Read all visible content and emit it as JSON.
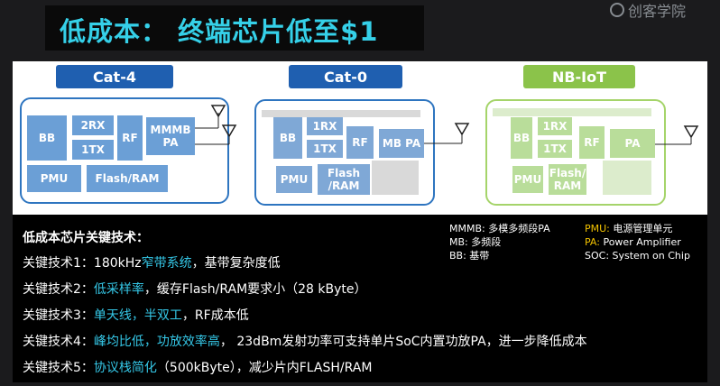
{
  "title": "低成本： 终端芯片低至$1",
  "watermark": "创客学院",
  "diagrams": {
    "cat4": {
      "label": "Cat-4",
      "bb": "BB",
      "rx": "2RX",
      "tx": "1TX",
      "rf": "RF",
      "pa": "MMMB PA",
      "pmu": "PMU",
      "mem": "Flash/RAM"
    },
    "cat0": {
      "label": "Cat-0",
      "bb": "BB",
      "rx": "1RX",
      "tx": "1TX",
      "rf": "RF",
      "pa": "MB PA",
      "pmu": "PMU",
      "mem": "Flash /RAM"
    },
    "nbiot": {
      "label": "NB-IoT",
      "bb": "BB",
      "rx": "1RX",
      "tx": "1TX",
      "rf": "RF",
      "pa": "PA",
      "pmu": "PMU",
      "mem": "Flash/ RAM"
    }
  },
  "colors": {
    "cat4": "#1f5fb0",
    "cat0": "#1f5fb0",
    "nbiot": "#8bc34a",
    "accent": "#35c8e8"
  },
  "heading": "低成本芯片关键技术：",
  "techs": [
    {
      "prefix": "关键技术1：180kHz",
      "highlight": "窄带系统",
      "suffix": "，基带复杂度低"
    },
    {
      "prefix": "关键技术2：",
      "highlight": "低采样率",
      "suffix": "，缓存Flash/RAM要求小（28 kByte）"
    },
    {
      "prefix": "关键技术3：",
      "highlight": "单天线，半双工",
      "suffix": "，RF成本低"
    },
    {
      "prefix": "关键技术4：",
      "highlight": "峰均比低，功放效率高",
      "suffix": "， 23dBm发射功率可支持单片SoC内置功放PA，进一步降低成本"
    },
    {
      "prefix": "关键技术5：",
      "highlight": "协议栈简化",
      "suffix": "（500kByte），减少片内FLASH/RAM"
    }
  ],
  "legend_left": [
    "MMMB: 多模多频段PA",
    "MB: 多频段",
    "BB: 基带"
  ],
  "legend_right": [
    {
      "key": "PMU:",
      "text": " 电源管理单元"
    },
    {
      "key": "PA:",
      "text": " Power Amplifier"
    },
    {
      "key": "",
      "text": "SOC: System on Chip"
    }
  ]
}
